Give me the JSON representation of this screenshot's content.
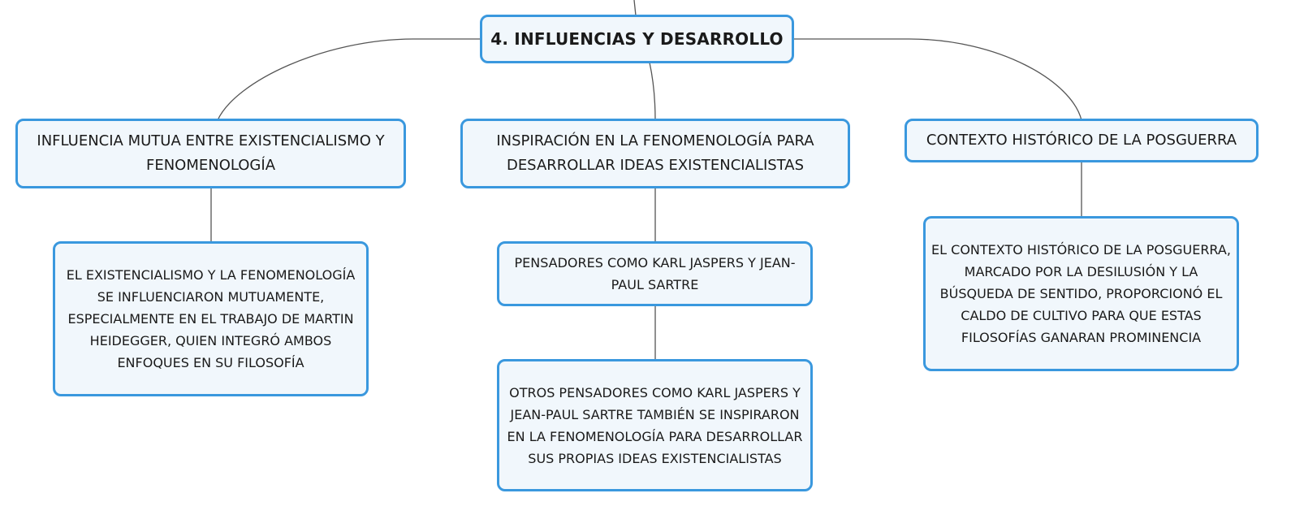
{
  "central": {
    "label": "4. INFLUENCIAS Y DESARROLLO"
  },
  "branches": [
    {
      "label": "INFLUENCIA MUTUA ENTRE EXISTENCIALISMO Y FENOMENOLOGÍA",
      "children": [
        "EL EXISTENCIALISMO Y LA FENOMENOLOGÍA SE INFLUENCIARON MUTUAMENTE, ESPECIALMENTE EN EL TRABAJO DE MARTIN HEIDEGGER, QUIEN INTEGRÓ AMBOS ENFOQUES EN SU FILOSOFÍA"
      ]
    },
    {
      "label": "INSPIRACIÓN EN LA FENOMENOLOGÍA PARA DESARROLLAR IDEAS EXISTENCIALISTAS",
      "children": [
        "PENSADORES COMO KARL JASPERS Y JEAN-PAUL SARTRE",
        "OTROS PENSADORES COMO KARL JASPERS Y JEAN-PAUL SARTRE TAMBIÉN SE INSPIRARON EN LA FENOMENOLOGÍA PARA DESARROLLAR SUS PROPIAS IDEAS EXISTENCIALISTAS"
      ]
    },
    {
      "label": "CONTEXTO HISTÓRICO DE LA POSGUERRA",
      "children": [
        "EL CONTEXTO HISTÓRICO DE LA POSGUERRA, MARCADO POR LA DESILUSIÓN Y LA BÚSQUEDA DE SENTIDO, PROPORCIONÓ EL CALDO DE CULTIVO PARA QUE ESTAS FILOSOFÍAS GANARAN PROMINENCIA"
      ]
    }
  ],
  "colors": {
    "border": "#3a98de",
    "fill": "#f1f7fc",
    "connector": "#555555"
  }
}
